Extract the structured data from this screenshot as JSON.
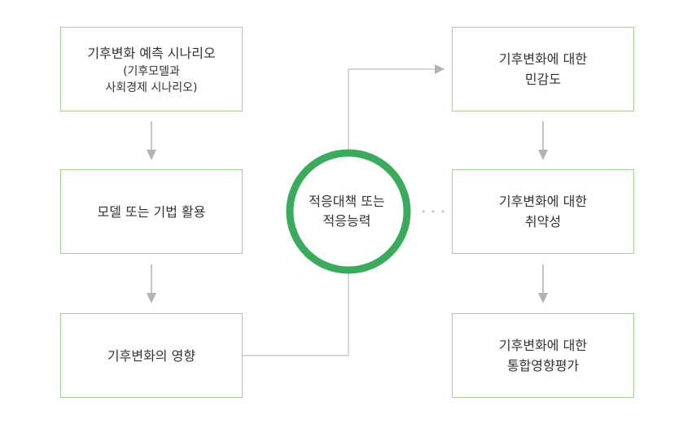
{
  "boxes": {
    "scenario": {
      "line1": "기후변화 예측 시나리오",
      "line2": "(기후모델과",
      "line3": "사회경제 시나리오)"
    },
    "model": {
      "line1": "모델 또는 기법 활용"
    },
    "impact": {
      "line1": "기후변화의 영향"
    },
    "sensitivity": {
      "line1": "기후변화에 대한",
      "line2": "민감도"
    },
    "vulnerability": {
      "line1": "기후변화에 대한",
      "line2": "취약성"
    },
    "integrated": {
      "line1": "기후변화에 대한",
      "line2": "통합영향평가"
    }
  },
  "center": {
    "line1": "적응대책 또는",
    "line2": "적응능력"
  },
  "colors": {
    "box_border": "#a6d296",
    "circle": "#3aaa5c",
    "arrow": "#b3b3b3",
    "connector": "#c0c0c0",
    "text": "#333333"
  }
}
